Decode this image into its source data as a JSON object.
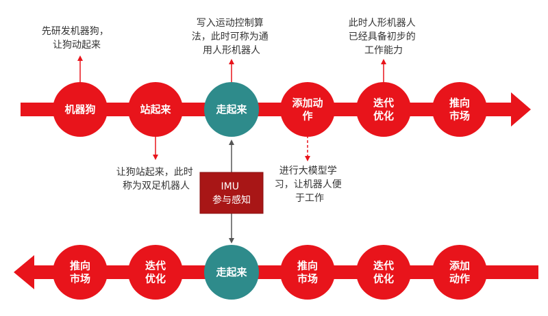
{
  "colors": {
    "red": "#e8141b",
    "teal": "#2e8b8b",
    "dark_red": "#a81616",
    "gray_arrow": "#555555",
    "text": "#333333"
  },
  "top_row": {
    "nodes": [
      {
        "lines": [
          "机器狗"
        ],
        "color": "red"
      },
      {
        "lines": [
          "站起来"
        ],
        "color": "red"
      },
      {
        "lines": [
          "走起来"
        ],
        "color": "teal"
      },
      {
        "lines": [
          "添加动",
          "作"
        ],
        "color": "red"
      },
      {
        "lines": [
          "迭代",
          "优化"
        ],
        "color": "red"
      },
      {
        "lines": [
          "推向",
          "市场"
        ],
        "color": "red"
      }
    ]
  },
  "bottom_row": {
    "nodes": [
      {
        "lines": [
          "推向",
          "市场"
        ],
        "color": "red"
      },
      {
        "lines": [
          "迭代",
          "优化"
        ],
        "color": "red"
      },
      {
        "lines": [
          "走起来"
        ],
        "color": "teal"
      },
      {
        "lines": [
          "推向",
          "市场"
        ],
        "color": "red"
      },
      {
        "lines": [
          "迭代",
          "优化"
        ],
        "color": "red"
      },
      {
        "lines": [
          "添加",
          "动作"
        ],
        "color": "red"
      }
    ]
  },
  "annotations": {
    "dog": [
      "先研发机器狗，",
      "让狗动起来"
    ],
    "stand": [
      "让狗站起来，此时",
      "称为双足机器人"
    ],
    "walk": [
      "写入运动控制算",
      "法，此时可称为通",
      "用人形机器人"
    ],
    "action": [
      "进行大模型学",
      "习，让机器人便",
      "于工作"
    ],
    "iterate": [
      "此时人形机器人",
      "已经具备初步的",
      "工作能力"
    ]
  },
  "imu_box": {
    "lines": [
      "IMU",
      "参与感知"
    ]
  }
}
